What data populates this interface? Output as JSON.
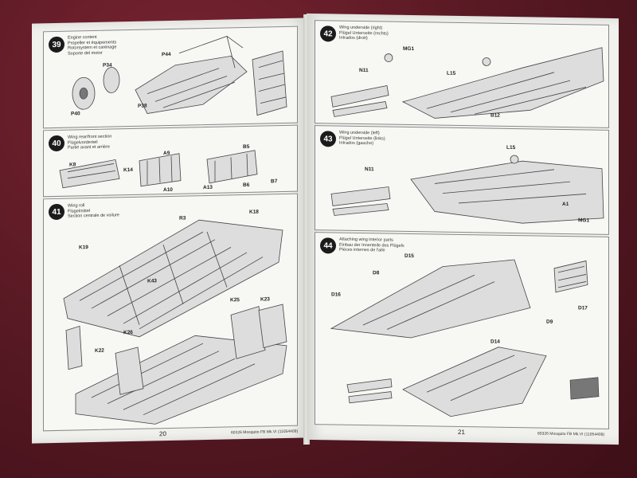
{
  "booklet": {
    "left_page": {
      "number": "20",
      "steps": [
        {
          "num": "39",
          "caption": [
            "Engine content",
            "Propeller et équipements",
            "Rotorsystem et carénage",
            "Soporte del motor"
          ],
          "parts": [
            "P44",
            "P34",
            "P38",
            "P40"
          ]
        },
        {
          "num": "40",
          "caption": [
            "Wing rear/front section",
            "Flügelvorderteil",
            "Partie avant et arrière"
          ],
          "parts": [
            "K8",
            "K14",
            "A9",
            "A13",
            "A10",
            "B5",
            "B6",
            "B7"
          ]
        },
        {
          "num": "41",
          "caption": [
            "Wing roll",
            "Flügelmittel",
            "Section centrale de voilure"
          ],
          "parts": [
            "R3",
            "K18",
            "K19",
            "K43",
            "K25",
            "K23",
            "K26",
            "K22"
          ]
        }
      ],
      "footer_code": "60326 Mosquito FB Mk.VI (11054409)"
    },
    "right_page": {
      "number": "21",
      "steps": [
        {
          "num": "42",
          "caption": [
            "Wing underside (right)",
            "Flügel Unterseite (rechts)",
            "Intrados (droit)"
          ],
          "parts": [
            "MG1",
            "N11",
            "L15",
            "B12"
          ]
        },
        {
          "num": "43",
          "caption": [
            "Wing underside (left)",
            "Flügel Unterseite (links)",
            "Intrados (gauche)"
          ],
          "parts": [
            "MG1",
            "N11",
            "L15",
            "A1"
          ]
        },
        {
          "num": "44",
          "caption": [
            "Attaching wing interior parts",
            "Einbau der Innenteile des Flügels",
            "Pièces internes de l'aile"
          ],
          "parts": [
            "D15",
            "D8",
            "D16",
            "D14",
            "D9",
            "D17"
          ]
        }
      ],
      "footer_code": "60326 Mosquito FB Mk.VI (11054409)"
    }
  }
}
